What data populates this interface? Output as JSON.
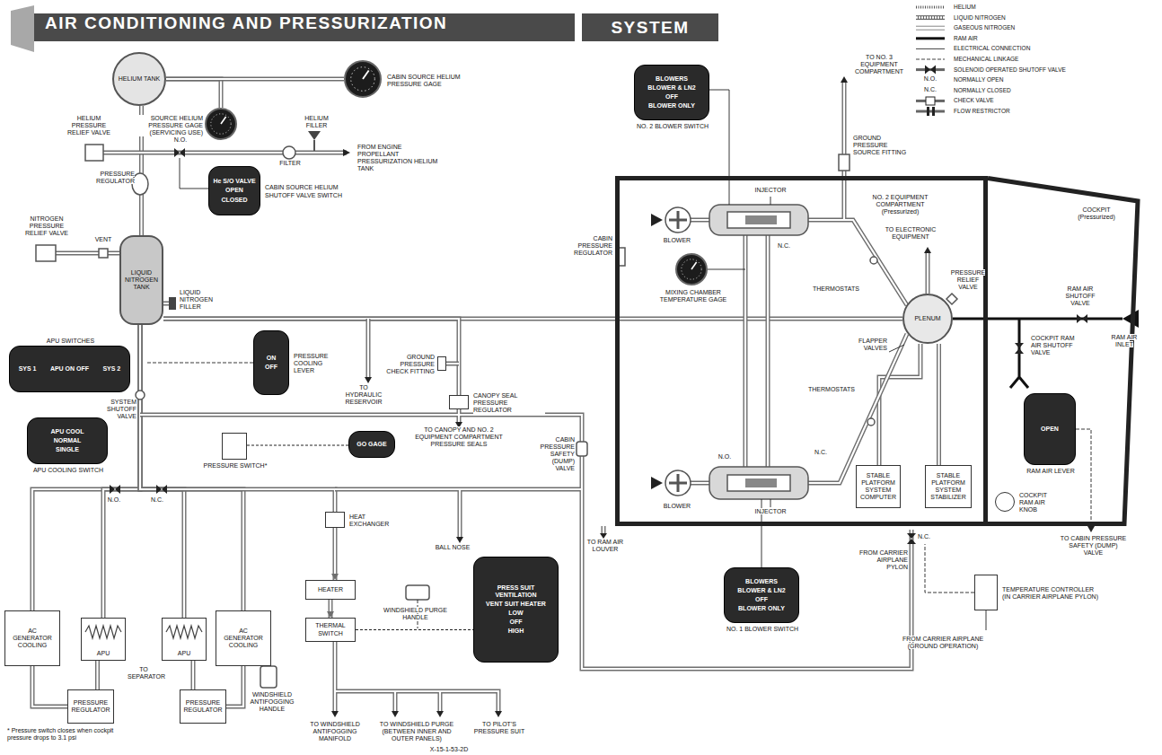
{
  "diagram": {
    "title": "AIR CONDITIONING AND PRESSURIZATION",
    "nodes": [
      {
        "text": [
          "HELIUM TANK"
        ]
      },
      {
        "text": [
          "CABIN SOURCE HELIUM PRESSURE GAGE"
        ]
      },
      {
        "text": [
          "SOURCE HELIUM PRESSURE GAGE (SERVICING USE)"
        ]
      },
      {
        "text": [
          "NO. 2 BLOWER SWITCH",
          "BLOWERS",
          "BLOWER & LN2",
          "OFF",
          "BLOWER ONLY"
        ]
      },
      {
        "text": [
          "CABIN SOURCE HELIUM SHUTOFF VALVE SWITCH",
          "He S/O VALVE",
          "OPEN",
          "CLOSED"
        ]
      },
      {
        "text": [
          "NO. 2 EQUIPMENT COMPARTMENT (Pressurized)"
        ]
      },
      {
        "text": [
          "MIXING CHAMBER TEMPERATURE GAGE"
        ],
        "in": 5
      },
      {
        "text": [
          "PLENUM"
        ],
        "in": 5
      },
      {
        "text": [
          "STABLE PLATFORM SYSTEM COMPUTER"
        ],
        "in": 5
      },
      {
        "text": [
          "STABLE PLATFORM SYSTEM STABILIZER"
        ],
        "in": 5
      },
      {
        "text": [
          "COCKPIT (Pressurized)"
        ]
      },
      {
        "text": [
          "RAM AIR LEVER",
          "OPEN"
        ],
        "in": 10
      },
      {
        "text": [
          "COCKPIT RAM AIR KNOB"
        ],
        "in": 10
      },
      {
        "text": [
          "LIQUID NITROGEN TANK"
        ]
      },
      {
        "text": [
          "APU SWITCHES",
          "SYS 1",
          "APU ON OFF",
          "SYS 2"
        ]
      },
      {
        "text": [
          "PRESSURE COOLING LEVER",
          "ON",
          "OFF"
        ]
      },
      {
        "text": [
          "GROUND PRESSURE CHECK FITTING"
        ]
      },
      {
        "text": [
          "CANOPY SEAL PRESSURE REGULATOR"
        ]
      },
      {
        "text": [
          "APU COOLING SWITCH",
          "APU COOL",
          "NORMAL",
          "SINGLE"
        ]
      },
      {
        "text": [
          "PRESSURE SWITCH*"
        ]
      },
      {
        "text": [
          "GO GAGE"
        ]
      },
      {
        "text": [
          "HEAT EXCHANGER"
        ]
      },
      {
        "text": [
          "PRESS SUIT VENTILATION",
          "VENT SUIT HEATER",
          "LOW",
          "OFF",
          "HIGH"
        ]
      },
      {
        "text": [
          "HEATER"
        ]
      },
      {
        "text": [
          "THERMAL SWITCH"
        ]
      },
      {
        "text": [
          "NO. 1 BLOWER SWITCH",
          "BLOWERS",
          "BLOWER & LN2",
          "OFF",
          "BLOWER ONLY"
        ]
      },
      {
        "text": [
          "TEMPERATURE CONTROLLER (IN CARRIER AIRPLANE PYLON)"
        ]
      },
      {
        "text": [
          "AC GENERATOR COOLING"
        ]
      },
      {
        "text": [
          "APU"
        ]
      },
      {
        "text": [
          "APU"
        ]
      },
      {
        "text": [
          "AC GENERATOR COOLING"
        ]
      },
      {
        "text": [
          "PRESSURE REGULATOR"
        ]
      },
      {
        "text": [
          "PRESSURE REGULATOR"
        ]
      }
    ],
    "edges": [
      {
        "from": 0,
        "to": 13,
        "arrow": "none"
      },
      {
        "from": 0,
        "to": 2,
        "arrow": "none"
      },
      {
        "from": 0,
        "to": 1,
        "arrow": "none"
      },
      {
        "from": 13,
        "to": 27,
        "arrow": "none"
      },
      {
        "from": 13,
        "to": 28,
        "arrow": "none"
      },
      {
        "from": 13,
        "to": 29,
        "arrow": "none"
      },
      {
        "from": 13,
        "to": 30,
        "arrow": "none"
      },
      {
        "from": 13,
        "to": 21,
        "arrow": "none"
      },
      {
        "from": 21,
        "to": 23,
        "arrow": "to"
      },
      {
        "from": 23,
        "to": 24,
        "arrow": "to"
      },
      {
        "from": 24,
        "to": 22,
        "arrow": "none"
      },
      {
        "from": 27,
        "to": 31,
        "arrow": "none"
      },
      {
        "from": 30,
        "to": 32,
        "arrow": "none"
      },
      {
        "from": 28,
        "to": 31,
        "arrow": "none"
      },
      {
        "from": 29,
        "to": 32,
        "arrow": "none"
      },
      {
        "from": 13,
        "to": 7,
        "arrow": "none"
      },
      {
        "from": 13,
        "to": 17,
        "arrow": "none"
      },
      {
        "from": 7,
        "to": 8,
        "arrow": "none"
      },
      {
        "from": 7,
        "to": 9,
        "arrow": "none"
      },
      {
        "from": 19,
        "to": 20,
        "arrow": "none"
      }
    ],
    "labels": [
      "SYSTEM",
      "HELIUM PRESSURE RELIEF VALVE",
      "FROM ENGINE PROPELLANT PRESSURIZATION HELIUM TANK",
      "HELIUM FILLER",
      "N.O.",
      "FILTER",
      "PRESSURE REGULATOR",
      "NITROGEN PRESSURE RELIEF VALVE",
      "VENT",
      "LIQUID NITROGEN FILLER",
      "SYSTEM SHUTOFF VALVE",
      "TO HYDRAULIC RESERVOIR",
      "TO CANOPY AND NO. 2 EQUIPMENT COMPARTMENT PRESSURE SEALS",
      "N.O.",
      "N.C.",
      "BALL NOSE",
      "WINDSHIELD PURGE HANDLE",
      "WINDSHIELD ANTIFOGGING HANDLE",
      "TO WINDSHIELD ANTIFOGGING MANIFOLD",
      "TO WINDSHIELD PURGE (BETWEEN INNER AND OUTER PANELS)",
      "TO PILOT'S PRESSURE SUIT",
      "TO SEPARATOR",
      "* Pressure switch closes when cockpit pressure drops to 3.1 psi",
      "X-15-1-53-2D",
      "TO NO. 3 EQUIPMENT COMPARTMENT",
      "GROUND PRESSURE SOURCE FITTING",
      "INJECTOR",
      "BLOWER",
      "N.C.",
      "CABIN PRESSURE REGULATOR",
      "THERMOSTATS",
      "TO ELECTRONIC EQUIPMENT",
      "PRESSURE RELIEF VALVE",
      "FLAPPER VALVES",
      "THERMOSTATS",
      "CABIN PRESSURE SAFETY (DUMP) VALVE",
      "N.C.",
      "N.O.",
      "BLOWER",
      "INJECTOR",
      "TO RAM AIR LOUVER",
      "N.C.",
      "FROM CARRIER AIRPLANE PYLON",
      "FROM CARRIER AIRPLANE (GROUND OPERATION)",
      "TO CABIN PRESSURE SAFETY (DUMP) VALVE",
      "RAM AIR SHUTOFF VALVE",
      "RAM AIR INLET",
      "COCKPIT RAM AIR SHUTOFF VALVE",
      "N.O.",
      "N.C."
    ],
    "legend": [
      {
        "text": "HELIUM"
      },
      {
        "text": "LIQUID NITROGEN"
      },
      {
        "text": "GASEOUS NITROGEN"
      },
      {
        "text": "RAM AIR"
      },
      {
        "text": "ELECTRICAL CONNECTION"
      },
      {
        "text": "MECHANICAL LINKAGE"
      },
      {
        "text": "SOLENOID OPERATED SHUTOFF VALVE"
      },
      {
        "text": "NORMALLY OPEN"
      },
      {
        "text": "NORMALLY CLOSED"
      },
      {
        "text": "CHECK VALVE"
      },
      {
        "text": "FLOW RESTRICTOR"
      }
    ]
  }
}
